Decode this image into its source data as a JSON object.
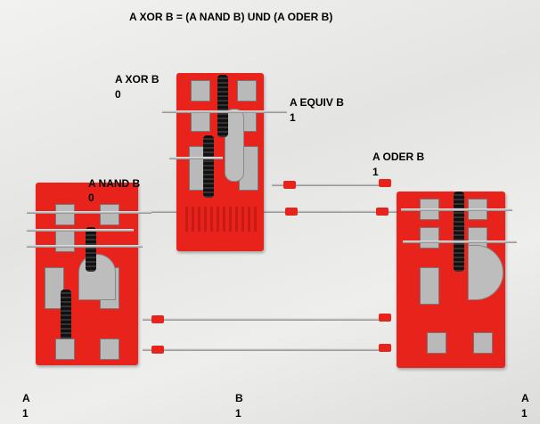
{
  "title": "A XOR B = (A NAND B) UND (A ODER B)",
  "labels": {
    "xor": {
      "name": "A XOR B",
      "value": "0"
    },
    "equiv": {
      "name": "A EQUIV B",
      "value": "1"
    },
    "oder": {
      "name": "A ODER B",
      "value": "1"
    },
    "nand": {
      "name": "A NAND B",
      "value": "0"
    },
    "input_a_left": {
      "name": "A",
      "value": "1"
    },
    "input_b": {
      "name": "B",
      "value": "1"
    },
    "input_a_right": {
      "name": "A",
      "value": "1"
    }
  },
  "colors": {
    "module": "#e8231c",
    "rod": "#aaaaaa",
    "background": "#e8e8e6"
  }
}
